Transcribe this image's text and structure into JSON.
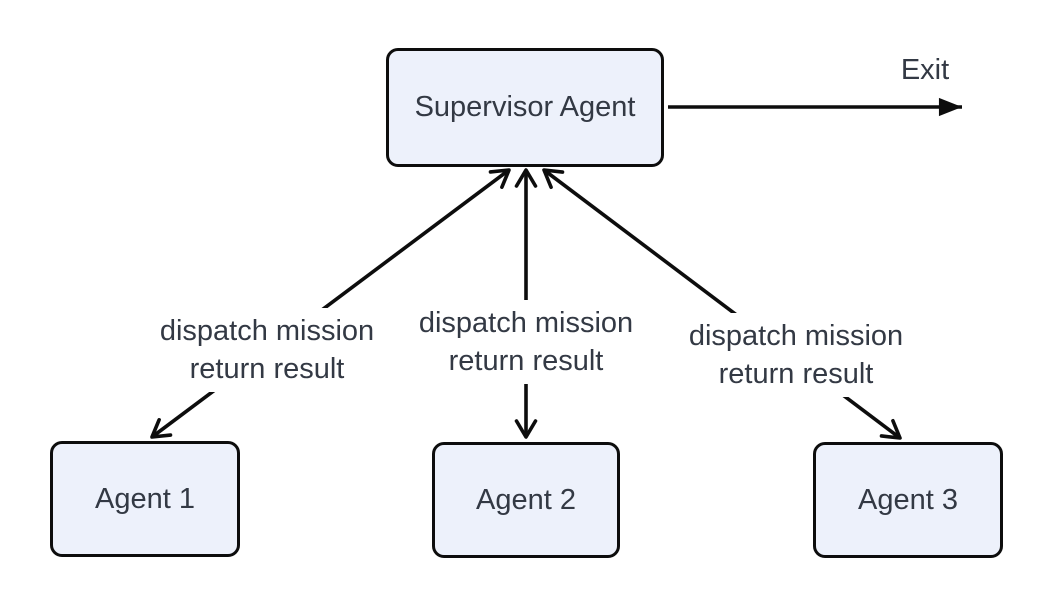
{
  "diagram": {
    "type": "flowchart",
    "colors": {
      "background": "#ffffff",
      "node_fill": "#edf1fb",
      "node_border": "#0d0d0d",
      "edge": "#0d0d0d",
      "text": "#333944"
    },
    "nodes": {
      "supervisor": {
        "label": "Supervisor Agent"
      },
      "agent1": {
        "label": "Agent 1"
      },
      "agent2": {
        "label": "Agent 2"
      },
      "agent3": {
        "label": "Agent 3"
      }
    },
    "edges": {
      "exit": {
        "from": "supervisor",
        "label": "Exit"
      },
      "supervisor_agent1": {
        "between": "supervisor and agent1",
        "bidirectional": true,
        "line1": "dispatch mission",
        "line2": "return result"
      },
      "supervisor_agent2": {
        "between": "supervisor and agent2",
        "bidirectional": true,
        "line1": "dispatch mission",
        "line2": "return result"
      },
      "supervisor_agent3": {
        "between": "supervisor and agent3",
        "bidirectional": true,
        "line1": "dispatch mission",
        "line2": "return result"
      }
    }
  }
}
